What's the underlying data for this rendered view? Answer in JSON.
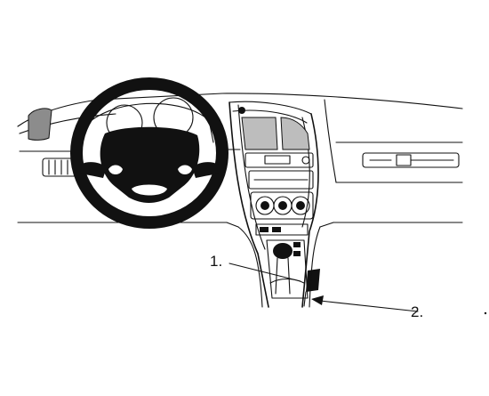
{
  "callouts": [
    {
      "id": "1",
      "text": "1."
    },
    {
      "id": "2",
      "text": "2."
    }
  ],
  "colors": {
    "background": "#ffffff",
    "line": "#111111",
    "shade": "#8c8c8c"
  }
}
